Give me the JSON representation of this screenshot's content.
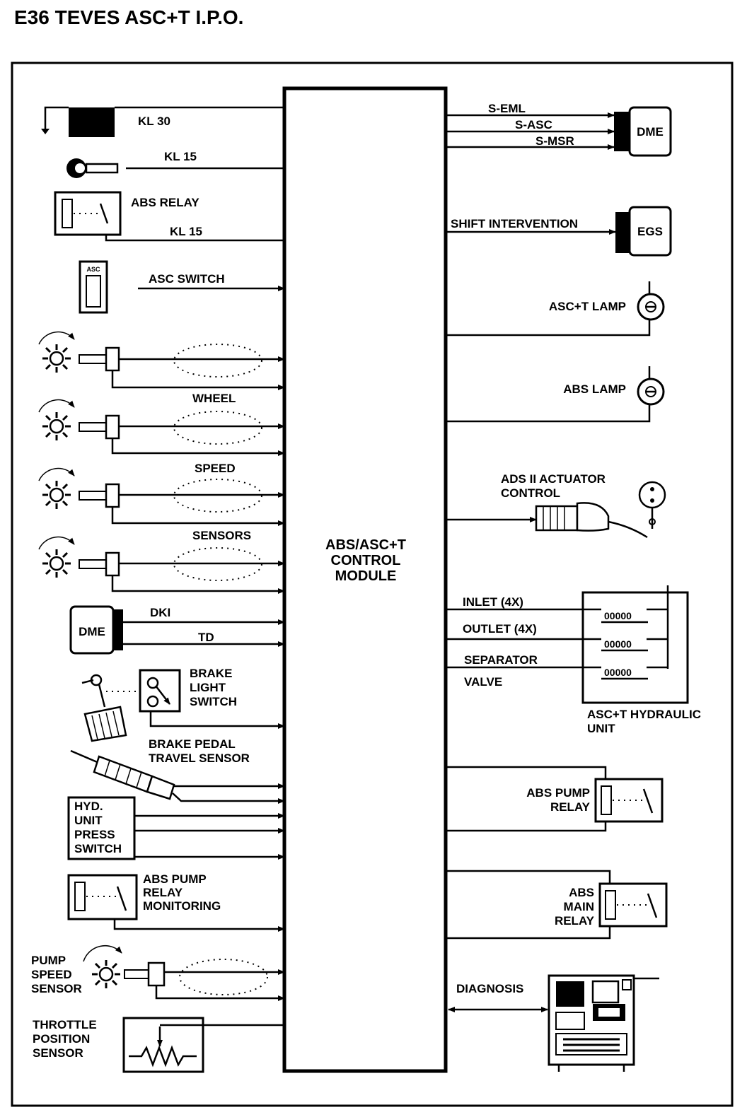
{
  "title": "E36 TEVES ASC+T I.P.O.",
  "module": {
    "line1": "ABS/ASC+T",
    "line2": "CONTROL",
    "line3": "MODULE"
  },
  "inputs": {
    "kl30": "KL 30",
    "kl15_key": "KL 15",
    "abs_relay": "ABS RELAY",
    "kl15_relay": "KL 15",
    "asc_badge": "ASC",
    "asc_switch": "ASC SWITCH",
    "wheel": "WHEEL",
    "speed": "SPEED",
    "sensors": "SENSORS",
    "dme_box": "DME",
    "dki": "DKI",
    "td": "TD",
    "brake_light_1": "BRAKE",
    "brake_light_2": "LIGHT",
    "brake_light_3": "SWITCH",
    "brake_pedal_1": "BRAKE PEDAL",
    "brake_pedal_2": "TRAVEL SENSOR",
    "hyd_1": "HYD.",
    "hyd_2": "UNIT",
    "hyd_3": "PRESS",
    "hyd_4": "SWITCH",
    "pump_mon_1": "ABS PUMP",
    "pump_mon_2": "RELAY",
    "pump_mon_3": "MONITORING",
    "pump_speed_1": "PUMP",
    "pump_speed_2": "SPEED",
    "pump_speed_3": "SENSOR",
    "throttle_1": "THROTTLE",
    "throttle_2": "POSITION",
    "throttle_3": "SENSOR"
  },
  "outputs": {
    "s_eml": "S-EML",
    "s_asc": "S-ASC",
    "s_msr": "S-MSR",
    "dme": "DME",
    "shift": "SHIFT INTERVENTION",
    "egs": "EGS",
    "asct_lamp": "ASC+T LAMP",
    "abs_lamp": "ABS LAMP",
    "ads_1": "ADS II ACTUATOR",
    "ads_2": "CONTROL",
    "inlet": "INLET (4X)",
    "outlet": "OUTLET (4X)",
    "separator": "SEPARATOR",
    "valve": "VALVE",
    "hyd_unit_1": "ASC+T HYDRAULIC",
    "hyd_unit_2": "UNIT",
    "pump_relay_1": "ABS PUMP",
    "pump_relay_2": "RELAY",
    "main_relay_1": "ABS",
    "main_relay_2": "MAIN",
    "main_relay_3": "RELAY",
    "diagnosis": "DIAGNOSIS",
    "coil": "00000"
  }
}
